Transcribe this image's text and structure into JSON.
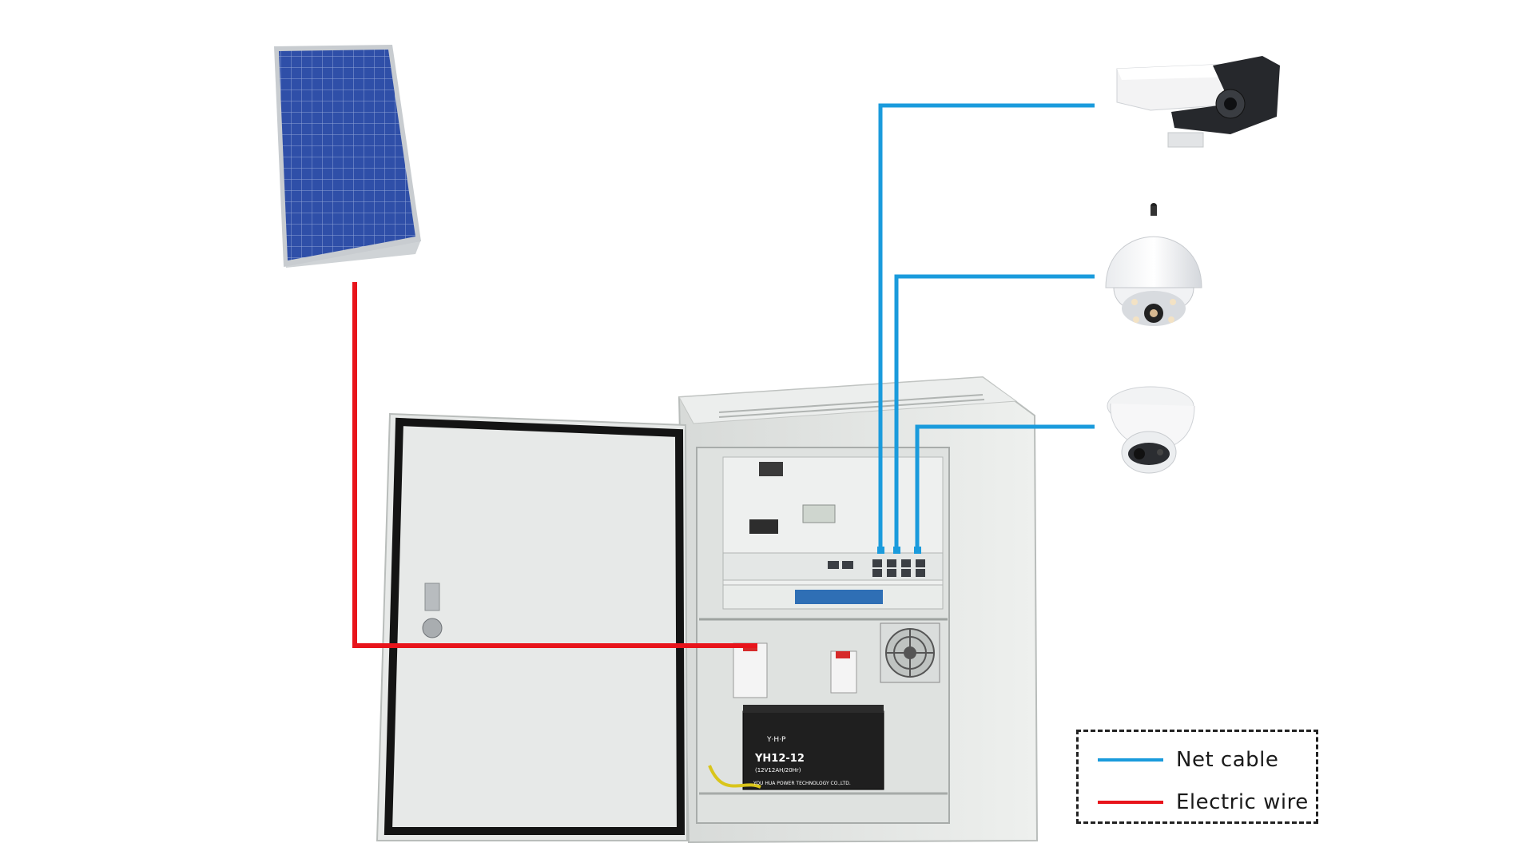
{
  "colors": {
    "net_cable": "#1a9bdc",
    "electric_wire": "#e8141b",
    "cabinet": "#e6e8e6",
    "background": "#ffffff"
  },
  "devices": {
    "solar_panel": "solar-panel-icon",
    "bullet_camera": "bullet-camera-icon",
    "ptz_dome_camera": "ptz-dome-camera-icon",
    "turret_camera": "turret-camera-icon",
    "cabinet": "outdoor-cabinet-icon"
  },
  "battery": {
    "brand": "Y·H·P",
    "model": "YH12-12",
    "spec": "(12V12AH/20Hr)",
    "maker": "YOU HUA POWER TECHNOLOGY CO.,LTD."
  },
  "legend": {
    "net_cable_label": "Net cable",
    "electric_wire_label": "Electric wire"
  }
}
